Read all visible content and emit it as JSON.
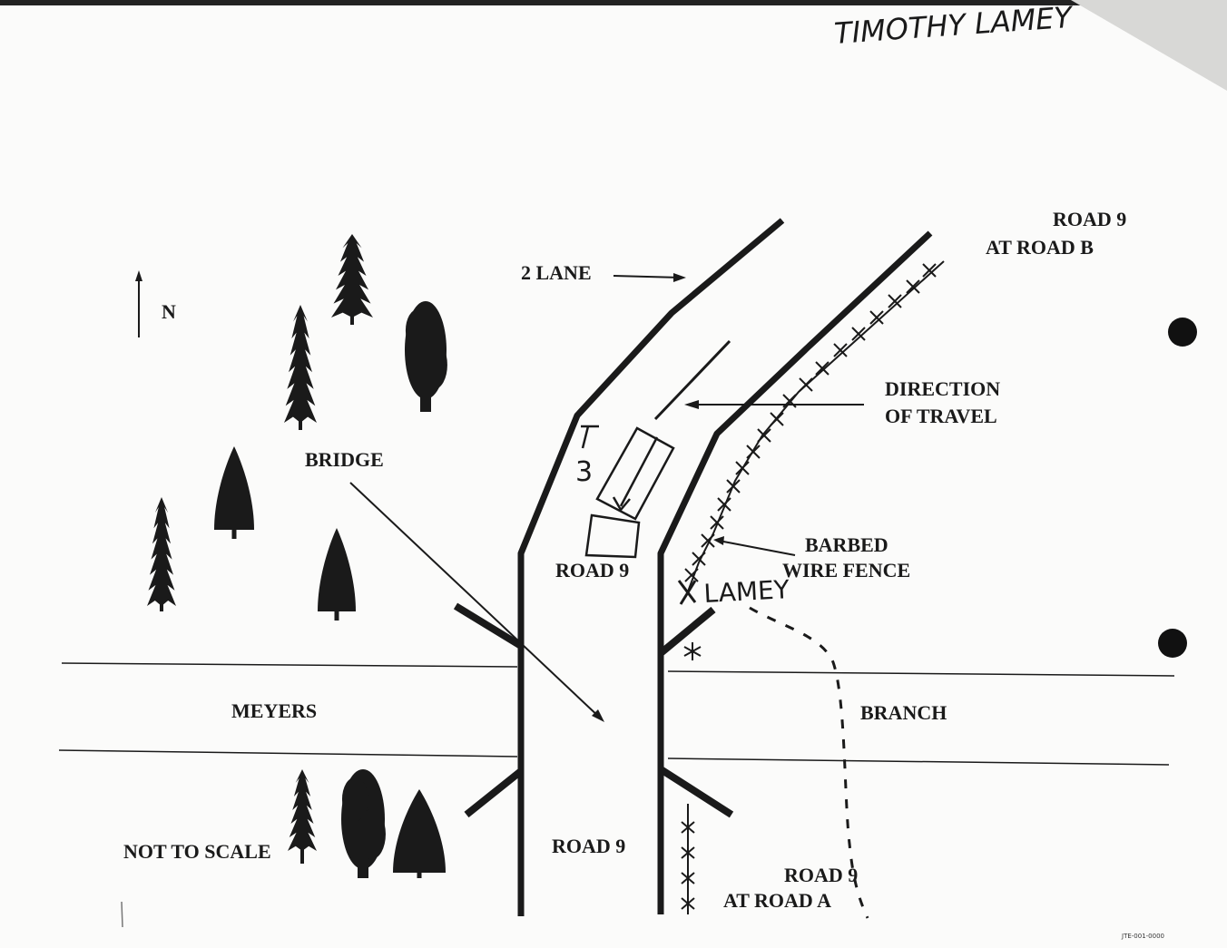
{
  "header": {
    "handwritten_name": "TIMOTHY LAMEY"
  },
  "compass": {
    "north_label": "N"
  },
  "labels": {
    "road_9_at_road_b_line1": "ROAD 9",
    "road_9_at_road_b_line2": "AT ROAD B",
    "two_lane": "2 LANE",
    "direction_line1": "DIRECTION",
    "direction_line2": "OF TRAVEL",
    "bridge": "BRIDGE",
    "road_9_upper": "ROAD 9",
    "barbed_line1": "BARBED",
    "barbed_line2": "WIRE FENCE",
    "lamey_hand": "LAMEY",
    "vehicle_mark": "3",
    "meyers": "MEYERS",
    "branch": "BRANCH",
    "not_to_scale": "NOT TO SCALE",
    "road_9_lower": "ROAD 9",
    "road_9_at_road_a_line1": "ROAD 9",
    "road_9_at_road_a_line2": "AT ROAD A",
    "footer_code": "JTE-001-0000"
  },
  "colors": {
    "ink": "#1a1a1a",
    "paper": "#fbfbfa",
    "binder_hole": "#111111"
  }
}
